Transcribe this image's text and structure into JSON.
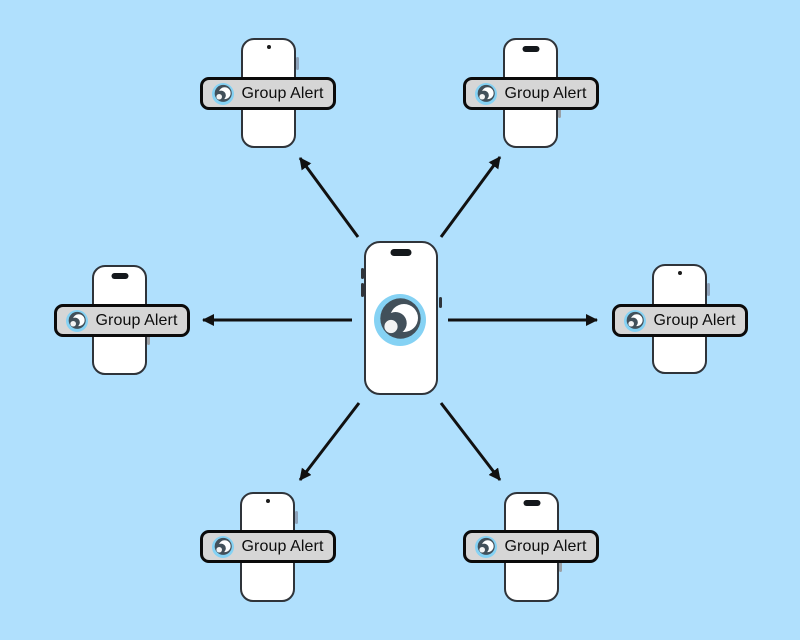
{
  "scene": {
    "description": "Diagram of a central phone broadcasting a Group Alert notification outward to six surrounding phones",
    "background_color": "#b0e0fd"
  },
  "notification": {
    "label": "Group Alert",
    "background_color": "#d6d6d6",
    "border_color": "#0b0b0b",
    "text_color": "#0d0d0d"
  },
  "logo": {
    "name": "group-alert-app-logo",
    "colors": {
      "outer": "#85d2f4",
      "dark": "#42505a",
      "inner_white": "#ffffff",
      "dot": "#f3f3f3"
    }
  },
  "center_device": {
    "id": "center",
    "type": "iphone",
    "shows": "group-alert-app-logo"
  },
  "devices": [
    {
      "id": "top-left",
      "type": "android",
      "label": "Group Alert"
    },
    {
      "id": "top-right",
      "type": "iphone",
      "label": "Group Alert"
    },
    {
      "id": "left",
      "type": "iphone",
      "label": "Group Alert"
    },
    {
      "id": "right",
      "type": "android",
      "label": "Group Alert"
    },
    {
      "id": "bottom-left",
      "type": "android",
      "label": "Group Alert"
    },
    {
      "id": "bottom-right",
      "type": "iphone",
      "label": "Group Alert"
    }
  ],
  "arrows": {
    "from": "center",
    "direction": "outward",
    "color": "#111111",
    "targets": [
      "top-left",
      "top-right",
      "left",
      "right",
      "bottom-left",
      "bottom-right"
    ]
  }
}
